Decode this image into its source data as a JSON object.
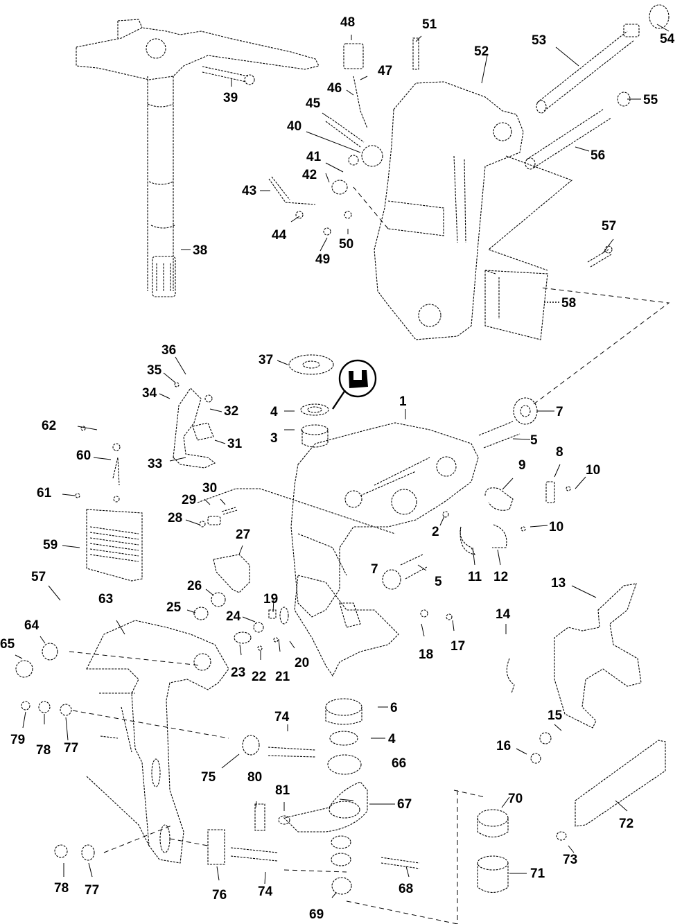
{
  "diagram": {
    "title": "Exploded parts diagram - stern bracket / swivel bracket assembly",
    "lubricant_symbol": "grease-tube-icon",
    "callouts": [
      {
        "id": "1",
        "label": "1"
      },
      {
        "id": "2",
        "label": "2"
      },
      {
        "id": "3",
        "label": "3"
      },
      {
        "id": "4a",
        "label": "4"
      },
      {
        "id": "4b",
        "label": "4"
      },
      {
        "id": "5a",
        "label": "5"
      },
      {
        "id": "5b",
        "label": "5"
      },
      {
        "id": "6",
        "label": "6"
      },
      {
        "id": "7a",
        "label": "7"
      },
      {
        "id": "7b",
        "label": "7"
      },
      {
        "id": "8",
        "label": "8"
      },
      {
        "id": "9",
        "label": "9"
      },
      {
        "id": "10a",
        "label": "10"
      },
      {
        "id": "10b",
        "label": "10"
      },
      {
        "id": "11",
        "label": "11"
      },
      {
        "id": "12",
        "label": "12"
      },
      {
        "id": "13",
        "label": "13"
      },
      {
        "id": "14",
        "label": "14"
      },
      {
        "id": "15",
        "label": "15"
      },
      {
        "id": "16",
        "label": "16"
      },
      {
        "id": "17",
        "label": "17"
      },
      {
        "id": "18",
        "label": "18"
      },
      {
        "id": "19",
        "label": "19"
      },
      {
        "id": "20",
        "label": "20"
      },
      {
        "id": "21",
        "label": "21"
      },
      {
        "id": "22",
        "label": "22"
      },
      {
        "id": "23",
        "label": "23"
      },
      {
        "id": "24",
        "label": "24"
      },
      {
        "id": "25",
        "label": "25"
      },
      {
        "id": "26",
        "label": "26"
      },
      {
        "id": "27",
        "label": "27"
      },
      {
        "id": "28",
        "label": "28"
      },
      {
        "id": "29",
        "label": "29"
      },
      {
        "id": "30",
        "label": "30"
      },
      {
        "id": "31",
        "label": "31"
      },
      {
        "id": "32",
        "label": "32"
      },
      {
        "id": "33",
        "label": "33"
      },
      {
        "id": "34",
        "label": "34"
      },
      {
        "id": "35",
        "label": "35"
      },
      {
        "id": "36",
        "label": "36"
      },
      {
        "id": "37",
        "label": "37"
      },
      {
        "id": "38",
        "label": "38"
      },
      {
        "id": "39",
        "label": "39"
      },
      {
        "id": "40",
        "label": "40"
      },
      {
        "id": "41",
        "label": "41"
      },
      {
        "id": "42",
        "label": "42"
      },
      {
        "id": "43",
        "label": "43"
      },
      {
        "id": "44",
        "label": "44"
      },
      {
        "id": "45",
        "label": "45"
      },
      {
        "id": "46",
        "label": "46"
      },
      {
        "id": "47",
        "label": "47"
      },
      {
        "id": "48",
        "label": "48"
      },
      {
        "id": "49",
        "label": "49"
      },
      {
        "id": "50",
        "label": "50"
      },
      {
        "id": "51",
        "label": "51"
      },
      {
        "id": "52",
        "label": "52"
      },
      {
        "id": "53",
        "label": "53"
      },
      {
        "id": "54",
        "label": "54"
      },
      {
        "id": "55",
        "label": "55"
      },
      {
        "id": "56",
        "label": "56"
      },
      {
        "id": "57a",
        "label": "57"
      },
      {
        "id": "57b",
        "label": "57"
      },
      {
        "id": "58",
        "label": "58"
      },
      {
        "id": "59",
        "label": "59"
      },
      {
        "id": "60",
        "label": "60"
      },
      {
        "id": "61",
        "label": "61"
      },
      {
        "id": "62",
        "label": "62"
      },
      {
        "id": "63",
        "label": "63"
      },
      {
        "id": "64",
        "label": "64"
      },
      {
        "id": "65",
        "label": "65"
      },
      {
        "id": "66",
        "label": "66"
      },
      {
        "id": "67",
        "label": "67"
      },
      {
        "id": "68",
        "label": "68"
      },
      {
        "id": "69",
        "label": "69"
      },
      {
        "id": "70",
        "label": "70"
      },
      {
        "id": "71",
        "label": "71"
      },
      {
        "id": "72",
        "label": "72"
      },
      {
        "id": "73",
        "label": "73"
      },
      {
        "id": "74a",
        "label": "74"
      },
      {
        "id": "74b",
        "label": "74"
      },
      {
        "id": "75",
        "label": "75"
      },
      {
        "id": "76",
        "label": "76"
      },
      {
        "id": "77a",
        "label": "77"
      },
      {
        "id": "77b",
        "label": "77"
      },
      {
        "id": "78a",
        "label": "78"
      },
      {
        "id": "78b",
        "label": "78"
      },
      {
        "id": "79",
        "label": "79"
      },
      {
        "id": "80",
        "label": "80"
      },
      {
        "id": "81",
        "label": "81"
      }
    ]
  }
}
